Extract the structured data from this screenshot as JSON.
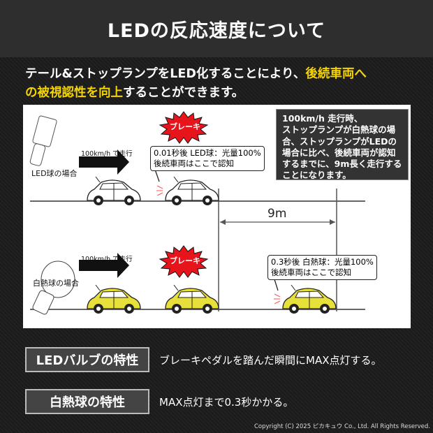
{
  "title": "LEDの反応速度について",
  "lead": {
    "line1_a": "テール&ストップランプをLED化することにより、",
    "line1_b": "後続車両へ",
    "line2_a": "の被視認性を向上",
    "line2_b": "することができます。"
  },
  "diagram": {
    "led_label": "LED球の場合",
    "incandescent_label": "白熱球の場合",
    "speed_label": "100km/h で走行",
    "brake_label": "ブレーキ",
    "led_bubble": [
      "0.01秒後 LED球：光量100%",
      "後続車両はここで認知"
    ],
    "inc_bubble": [
      "0.3秒後 白熱球：光量100%",
      "後続車両はここで認知"
    ],
    "distance": "9m",
    "note": [
      "100km/h 走行時、",
      "ストップランプが白熱球の場",
      "合、ストップランプがLEDの",
      "場合に比べ、後続車両が認知",
      "するまでに、9m長く走行する",
      "ことになります。"
    ]
  },
  "features": [
    {
      "label": "LEDバルブの特性",
      "desc": "ブレーキペダルを踏んだ瞬間にMAX点灯する。"
    },
    {
      "label": "白熱球の特性",
      "desc": "MAX点灯まで0.3秒かかる。"
    }
  ],
  "copyright": "Copyright (C) 2025 ピカキュウ Co., Ltd. All Rights Reserved.",
  "colors": {
    "accent": "#f5d400",
    "car_yellow": "#e8e03a",
    "brake_red": "#e8141c"
  }
}
